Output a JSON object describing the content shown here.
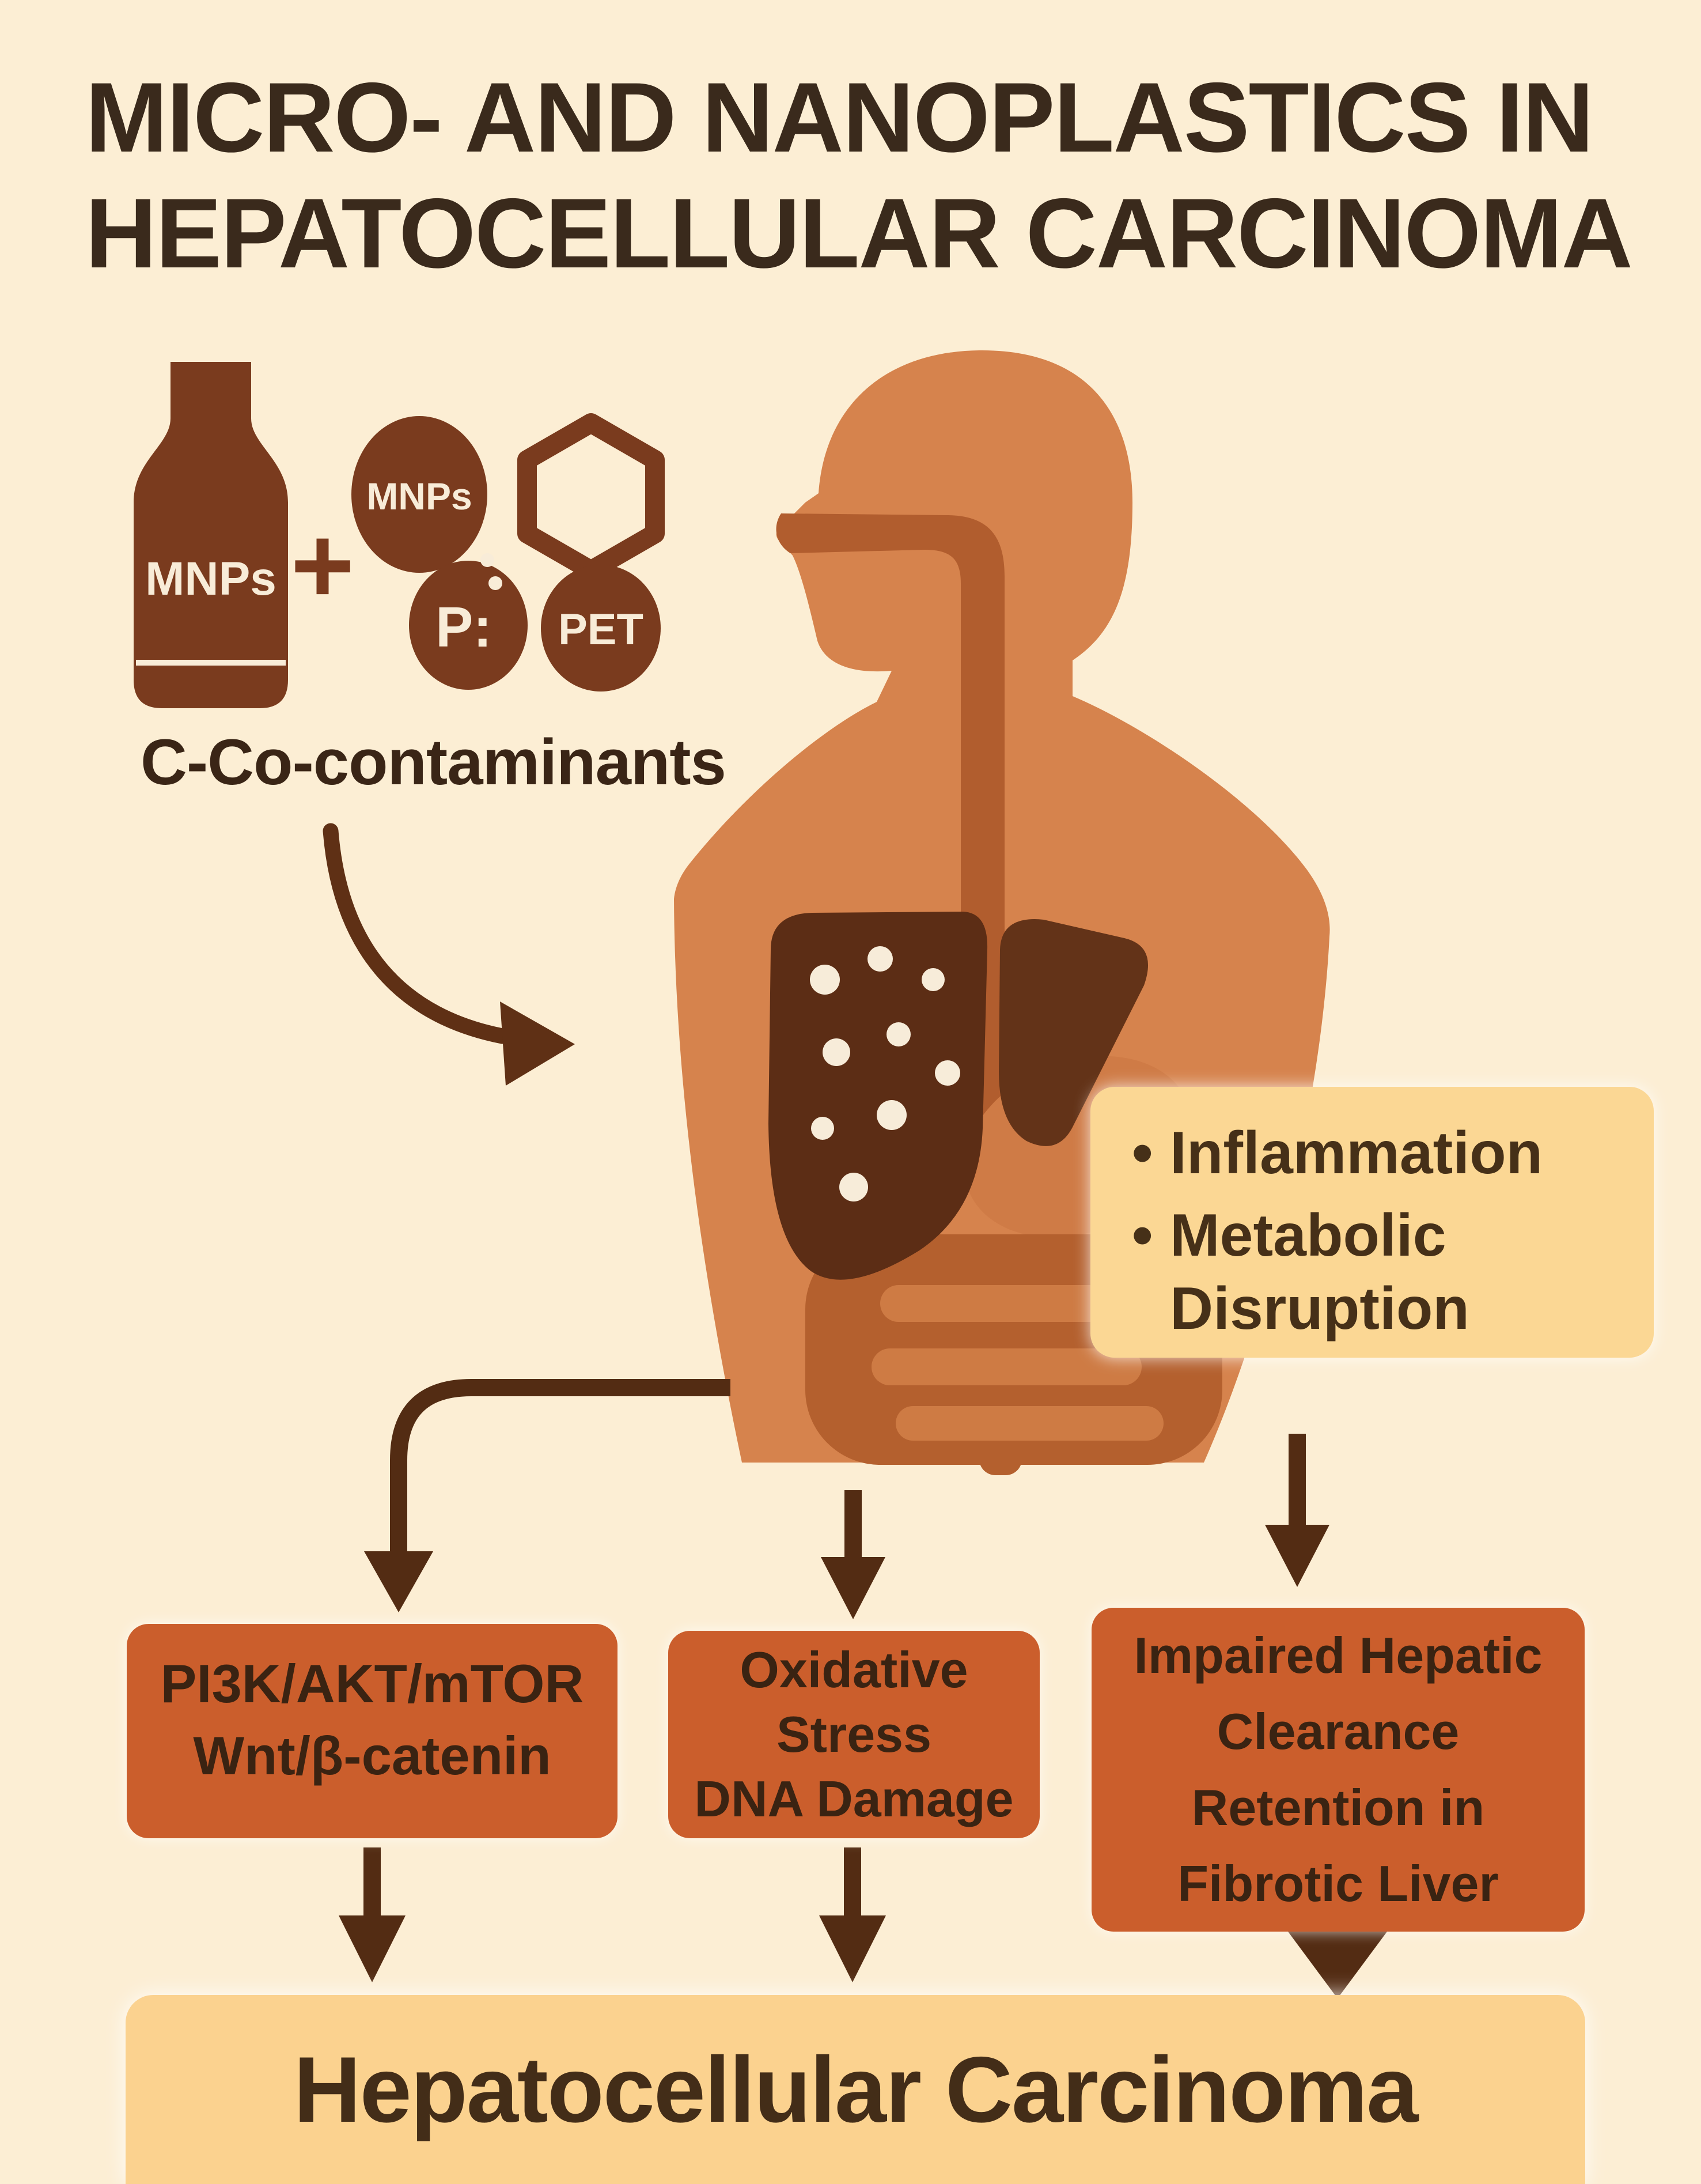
{
  "title": {
    "line1": "MICRO- AND NANOPLASTICS IN",
    "line2": "HEPATOCELLULAR CARCINOMA"
  },
  "sources": {
    "bottle_label": "MNPs",
    "plus_sign": "+",
    "mnps_particle_label": "MNPs",
    "phosphorus_particle_label": "P:",
    "pet_particle_label": "PET",
    "caption": "C-Co-contaminants"
  },
  "effects_box": {
    "bullet": "•",
    "items": [
      "Inflammation",
      "Metabolic Disruption"
    ]
  },
  "pathway_boxes": [
    {
      "lines": [
        "PI3K/AKT/mTOR",
        "Wnt/β-catenin"
      ]
    },
    {
      "lines": [
        "Oxidative",
        "Stress",
        "DNA Damage"
      ]
    },
    {
      "lines": [
        "Impaired Hepatic",
        "Clearance",
        "Retention in",
        "Fibrotic Liver"
      ]
    }
  ],
  "outcome_bar": {
    "label": "Hepatocellular Carcinoma"
  },
  "colors": {
    "background": "#FCEED4",
    "title_text": "#3A2A1C",
    "dark_brown": "#7A3B1E",
    "skin": "#D6834D",
    "esophagus": "#B15D2E",
    "liver": "#5C2D15",
    "stomach": "#CF7B46",
    "intestine": "#B4602E",
    "intestine_light": "#CE7B44",
    "effects_box_bg": "#FBD794",
    "pathway_box_bg": "#CB5E2C",
    "outcome_bar_bg": "#FBD28F",
    "arrow": "#532C13",
    "box_text": "#3A2312"
  }
}
